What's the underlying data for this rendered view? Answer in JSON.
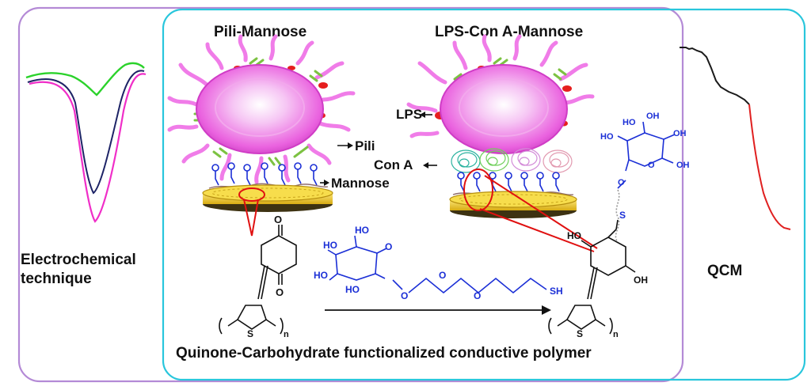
{
  "left_panel": {
    "technique_line1": "Electrochemical",
    "technique_line2": "technique"
  },
  "right_panel": {
    "technique": "QCM"
  },
  "center": {
    "pili_title": "Pili-Mannose",
    "lps_title": "LPS-Con A-Mannose",
    "labels": {
      "pili": "Pili",
      "mannose": "Mannose",
      "lps": "LPS",
      "cona": "Con A"
    },
    "caption": "Quinone-Carbohydrate functionalized conductive polymer"
  },
  "chem": {
    "ho": "HO",
    "oh": "OH",
    "o": "O",
    "s": "S",
    "sh": "SH",
    "n": "n"
  },
  "colors": {
    "frame_violet": "#b48ad6",
    "frame_cyan": "#29c6dc",
    "bacterium": "#f07ce8",
    "sugar": "#1b2fd6",
    "pointer": "#e01010",
    "electrode": "#f4d33a"
  }
}
